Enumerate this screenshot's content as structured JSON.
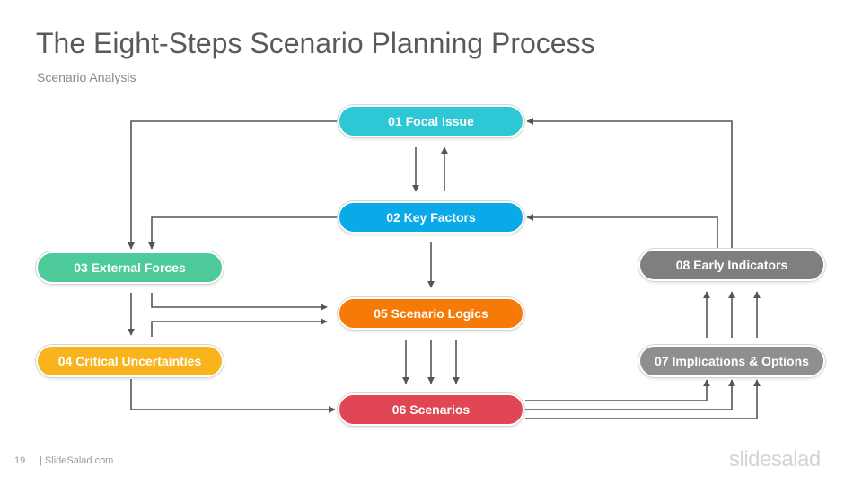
{
  "header": {
    "title": "The Eight-Steps Scenario Planning Process",
    "subtitle": "Scenario Analysis"
  },
  "diagram": {
    "nodes": [
      {
        "id": "n1",
        "label": "01 Focal Issue",
        "color": "#2ec7d5"
      },
      {
        "id": "n2",
        "label": "02 Key Factors",
        "color": "#0aa9e8"
      },
      {
        "id": "n3",
        "label": "03 External Forces",
        "color": "#4ecb9a"
      },
      {
        "id": "n4",
        "label": "04 Critical Uncertainties",
        "color": "#f9b41d"
      },
      {
        "id": "n5",
        "label": "05 Scenario Logics",
        "color": "#f57a08"
      },
      {
        "id": "n6",
        "label": "06 Scenarios",
        "color": "#e14655"
      },
      {
        "id": "n7",
        "label": "07 Implications & Options",
        "color": "#8f8f8f"
      },
      {
        "id": "n8",
        "label": "08 Early Indicators",
        "color": "#7f7f7f"
      }
    ],
    "edges": [
      {
        "from": "n1",
        "to": "n2"
      },
      {
        "from": "n2",
        "to": "n1"
      },
      {
        "from": "n1",
        "to": "n3"
      },
      {
        "from": "n2",
        "to": "n3"
      },
      {
        "from": "n2",
        "to": "n5"
      },
      {
        "from": "n3",
        "to": "n4"
      },
      {
        "from": "n3",
        "to": "n5"
      },
      {
        "from": "n4",
        "to": "n5"
      },
      {
        "from": "n4",
        "to": "n6"
      },
      {
        "from": "n5",
        "to": "n6"
      },
      {
        "from": "n6",
        "to": "n7"
      },
      {
        "from": "n7",
        "to": "n8"
      },
      {
        "from": "n8",
        "to": "n2"
      },
      {
        "from": "n8",
        "to": "n1"
      }
    ],
    "connector_color": "#555555"
  },
  "footer": {
    "page_number": "19",
    "site": "| SlideSalad.com",
    "logo": "slidesalad"
  }
}
